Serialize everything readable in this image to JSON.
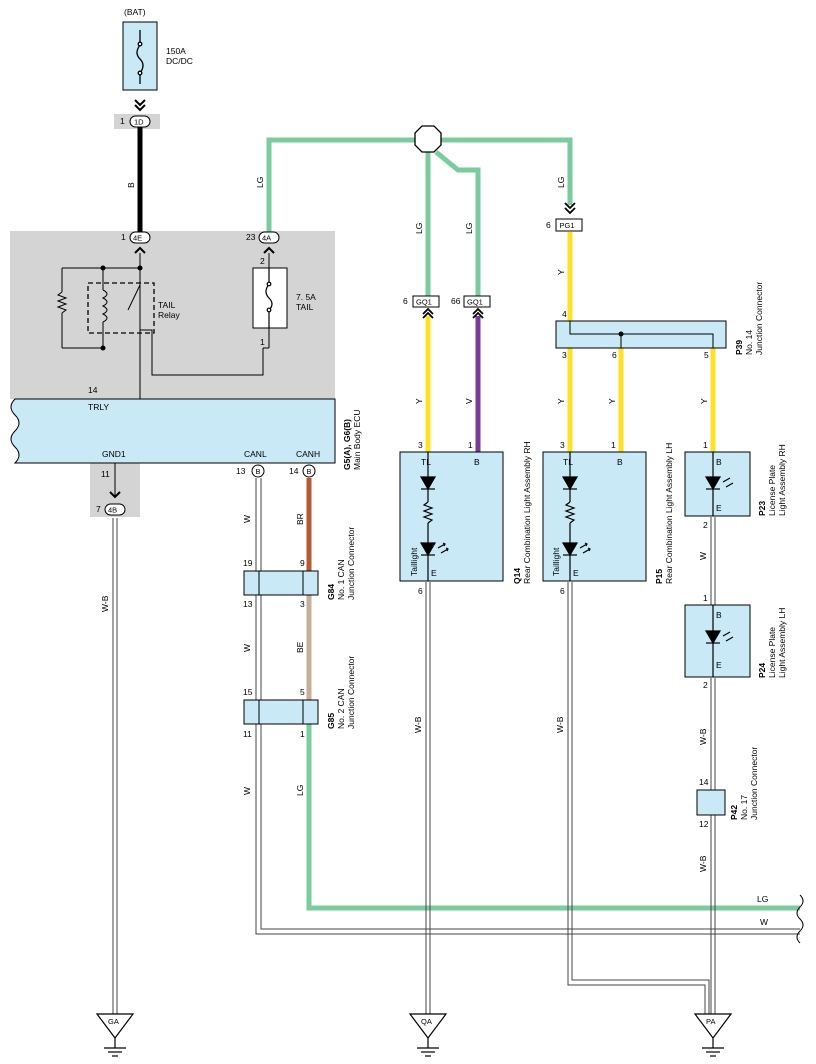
{
  "colors": {
    "LG": "#7acb9d",
    "Y": "#ffe12a",
    "V": "#7b3a9a",
    "BR": "#b55a34",
    "BE": "#c8ad97",
    "B": "#1a1a1a",
    "W_outline": "#444444",
    "component_fill": "#c9e9f6",
    "ecu_shade": "#d4d4d4"
  },
  "power": {
    "source": "(BAT)",
    "fuse_rating": "150A",
    "fuse_name": "DC/DC",
    "pin": "1",
    "connector": "1D"
  },
  "wire_codes": {
    "b": "B",
    "lg": "LG",
    "y": "Y",
    "v": "V",
    "w": "W",
    "br": "BR",
    "be": "BE",
    "wb": "W-B"
  },
  "ecu": {
    "code": "G5(A), G6(B)",
    "name": "Main Body ECU",
    "pin_bat": "1",
    "conn_bat": "4E",
    "pin_tail": "23",
    "conn_tail": "4A",
    "tail_fuse_pin_top": "2",
    "tail_fuse_pin_bottom": "1",
    "tail_fuse_rating": "7. 5A",
    "tail_fuse_name": "TAIL",
    "relay_name_1": "TAIL",
    "relay_name_2": "Relay",
    "pin_trly": "14",
    "trly_label": "TRLY",
    "gnd_label": "GND1",
    "gnd_pin": "11",
    "gnd_conn_pin": "7",
    "gnd_conn": "4B",
    "canl_label": "CANL",
    "canh_label": "CANH",
    "canl_pin": "13",
    "canl_conn": "B",
    "canh_pin": "14",
    "canh_conn": "B"
  },
  "splice_connectors": {
    "gq1_a_pin": "6",
    "gq1_b_pin": "66",
    "gq1": "GQ1",
    "pg1_pin": "6",
    "pg1": "PG1"
  },
  "g84": {
    "code": "G84",
    "name_1": "No. 1 CAN",
    "name_2": "Junction Connector",
    "pin_tl": "19",
    "pin_tr": "9",
    "pin_bl": "13",
    "pin_br": "3"
  },
  "g85": {
    "code": "G85",
    "name_1": "No. 2 CAN",
    "name_2": "Junction Connector",
    "pin_tl": "15",
    "pin_tr": "5",
    "pin_bl": "11",
    "pin_br": "1"
  },
  "q14": {
    "code": "Q14",
    "name": "Rear Combination Light Assembly RH",
    "pin_tl": "3",
    "pin_b": "1",
    "pin_e": "6",
    "tl_label": "TL",
    "b_label": "B",
    "e_label": "E",
    "lamp_label": "Taillight"
  },
  "p15": {
    "code": "P15",
    "name": "Rear Combination Light Assembly LH",
    "pin_tl": "3",
    "pin_b": "1",
    "pin_e": "6",
    "tl_label": "TL",
    "b_label": "B",
    "e_label": "E",
    "lamp_label": "Taillight"
  },
  "p39": {
    "code": "P39",
    "name_1": "No. 14",
    "name_2": "Junction Connector",
    "pin_in": "4",
    "pin_3": "3",
    "pin_6": "6",
    "pin_5": "5"
  },
  "p23": {
    "code": "P23",
    "name_1": "License Plate",
    "name_2": "Light Assembly RH",
    "pin_in": "1",
    "pin_out": "2",
    "b_label": "B",
    "e_label": "E"
  },
  "p24": {
    "code": "P24",
    "name_1": "License Plate",
    "name_2": "Light Assembly LH",
    "pin_in": "1",
    "pin_out": "2",
    "b_label": "B",
    "e_label": "E"
  },
  "p42": {
    "code": "P42",
    "name_1": "No. 17",
    "name_2": "Junction Connector",
    "pin_top": "14",
    "pin_bottom": "12"
  },
  "grounds": {
    "ga": "GA",
    "qa": "QA",
    "pa": "PA"
  },
  "continuation": {
    "lg": "LG",
    "w": "W"
  }
}
